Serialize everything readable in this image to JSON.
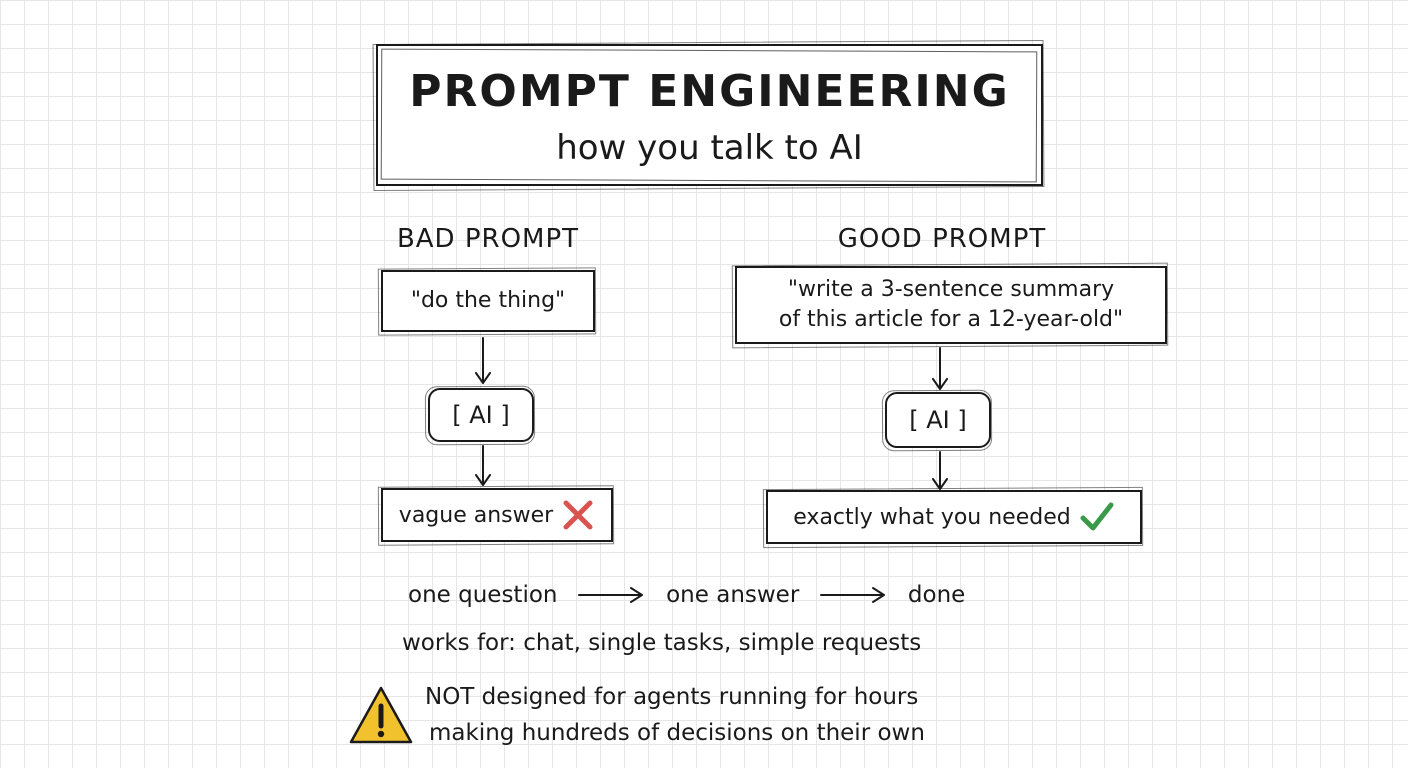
{
  "title": {
    "main": "PROMPT ENGINEERING",
    "subtitle": "how you talk to AI"
  },
  "bad": {
    "heading": "BAD PROMPT",
    "prompt": "\"do the thing\"",
    "ai_label": "[ AI ]",
    "result": "vague answer",
    "result_icon": "cross-icon",
    "result_color": "#d9534f"
  },
  "good": {
    "heading": "GOOD PROMPT",
    "prompt_line1": "\"write a 3-sentence summary",
    "prompt_line2": "of this article for a 12-year-old\"",
    "ai_label": "[ AI ]",
    "result": "exactly what you needed",
    "result_icon": "check-icon",
    "result_color": "#3a9a4a"
  },
  "flow": {
    "step1": "one question",
    "step2": "one answer",
    "step3": "done"
  },
  "works_for": "works for: chat, single tasks, simple requests",
  "warning": {
    "icon": "warning-icon",
    "color": "#f2c12e",
    "line1": "NOT designed for agents running for hours",
    "line2": "making hundreds of decisions on their own"
  }
}
